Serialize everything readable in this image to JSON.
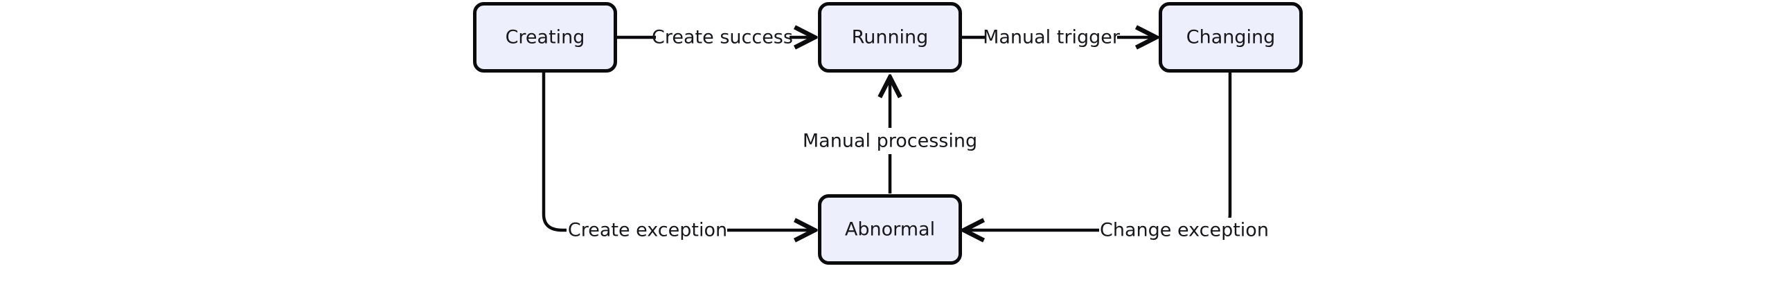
{
  "diagram": {
    "type": "state-flow-diagram",
    "background_color": "#ffffff",
    "node_fill_color": "#edf0fc",
    "node_border_color": "#0b0b0d",
    "text_color": "#17181c",
    "edge_color": "#0b0b0d",
    "nodes": [
      {
        "id": "creating",
        "label": "Creating"
      },
      {
        "id": "running",
        "label": "Running"
      },
      {
        "id": "changing",
        "label": "Changing"
      },
      {
        "id": "abnormal",
        "label": "Abnormal"
      }
    ],
    "edges": [
      {
        "id": "create-success",
        "label": "Create success",
        "from": "Creating",
        "to": "Running"
      },
      {
        "id": "manual-trigger",
        "label": "Manual trigger",
        "from": "Running",
        "to": "Changing"
      },
      {
        "id": "manual-processing",
        "label": "Manual processing",
        "from": "Abnormal",
        "to": "Running"
      },
      {
        "id": "create-exception",
        "label": "Create exception",
        "from": "Creating",
        "to": "Abnormal"
      },
      {
        "id": "change-exception",
        "label": "Change exception",
        "from": "Changing",
        "to": "Abnormal"
      }
    ]
  }
}
